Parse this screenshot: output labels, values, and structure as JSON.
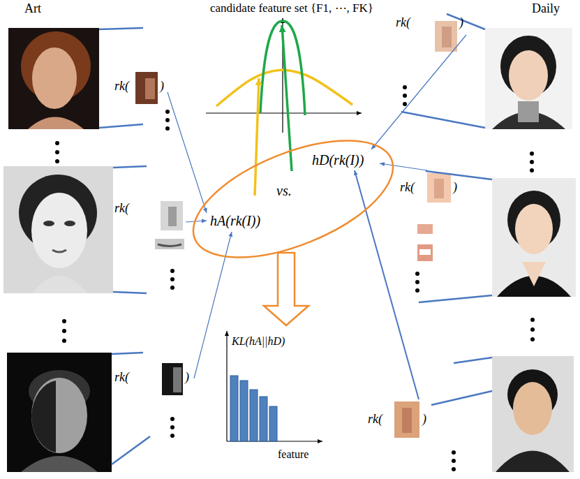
{
  "diagram": {
    "nodes": [
      {
        "text": [
          "hD(rk(I))",
          "vs.",
          "hA(rk(I))"
        ]
      }
    ],
    "labels": [
      "Art",
      "candidate feature set {F1, ⋯, FK}",
      "Daily",
      "rk(",
      ")",
      "rk(",
      ")",
      "rk(",
      "rk(",
      ")",
      "rk(",
      ")",
      "KL(hA||hD)",
      "rk(",
      ")",
      "feature"
    ]
  }
}
